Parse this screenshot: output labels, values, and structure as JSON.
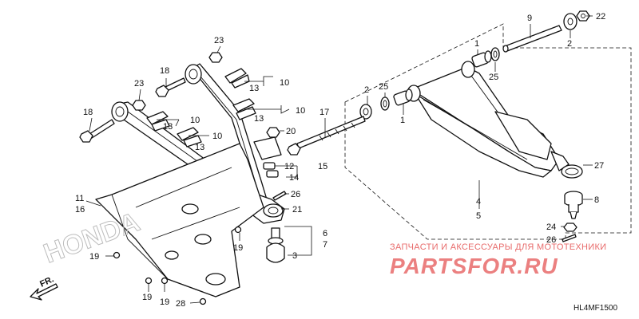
{
  "diagram_code": "HL4MF1500",
  "direction_label": "FR.",
  "watermark": {
    "subtitle": "ЗАПЧАСТИ И АКСЕССУАРЫ ДЛЯ МОТОТЕХНИКИ",
    "logo": "PARTSFOR.RU",
    "logo_color": "#e86b6b"
  },
  "frame_lettering": "HONDA",
  "callouts": [
    {
      "id": "c9",
      "label": "9"
    },
    {
      "id": "c22",
      "label": "22"
    },
    {
      "id": "c2a",
      "label": "2"
    },
    {
      "id": "c1a",
      "label": "1"
    },
    {
      "id": "c25a",
      "label": "25"
    },
    {
      "id": "c2b",
      "label": "2"
    },
    {
      "id": "c25b",
      "label": "25"
    },
    {
      "id": "c1b",
      "label": "1"
    },
    {
      "id": "c17",
      "label": "17"
    },
    {
      "id": "c27",
      "label": "27"
    },
    {
      "id": "c4",
      "label": "4"
    },
    {
      "id": "c5",
      "label": "5"
    },
    {
      "id": "c8",
      "label": "8"
    },
    {
      "id": "c24",
      "label": "24"
    },
    {
      "id": "c26b",
      "label": "26"
    },
    {
      "id": "c23a",
      "label": "23"
    },
    {
      "id": "c18a",
      "label": "18"
    },
    {
      "id": "c10a",
      "label": "10"
    },
    {
      "id": "c13a",
      "label": "13"
    },
    {
      "id": "c23b",
      "label": "23"
    },
    {
      "id": "c10b",
      "label": "10"
    },
    {
      "id": "c13b",
      "label": "13"
    },
    {
      "id": "c18b",
      "label": "18"
    },
    {
      "id": "c10c",
      "label": "10"
    },
    {
      "id": "c13c",
      "label": "13"
    },
    {
      "id": "c10d",
      "label": "10"
    },
    {
      "id": "c13d",
      "label": "13"
    },
    {
      "id": "c20",
      "label": "20"
    },
    {
      "id": "c12",
      "label": "12"
    },
    {
      "id": "c15",
      "label": "15"
    },
    {
      "id": "c14",
      "label": "14"
    },
    {
      "id": "c26a",
      "label": "26"
    },
    {
      "id": "c21",
      "label": "21"
    },
    {
      "id": "c11",
      "label": "11"
    },
    {
      "id": "c16",
      "label": "16"
    },
    {
      "id": "c6",
      "label": "6"
    },
    {
      "id": "c7",
      "label": "7"
    },
    {
      "id": "c3",
      "label": "3"
    },
    {
      "id": "c19a",
      "label": "19"
    },
    {
      "id": "c19b",
      "label": "19"
    },
    {
      "id": "c19c",
      "label": "19"
    },
    {
      "id": "c19d",
      "label": "19"
    },
    {
      "id": "c28",
      "label": "28"
    }
  ]
}
